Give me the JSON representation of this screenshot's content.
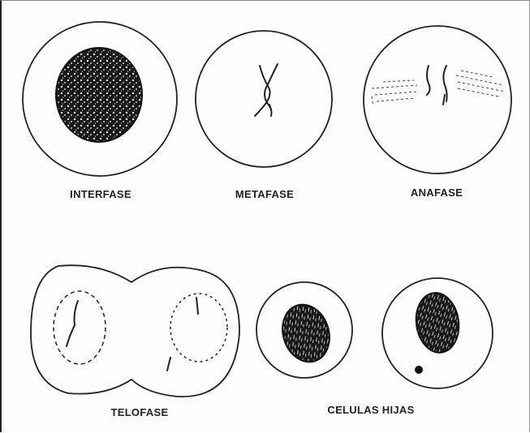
{
  "labels": {
    "interfase": "INTERFASE",
    "metafase": "METAFASE",
    "anafase": "ANAFASE",
    "telofase": "TELOFASE",
    "celulas_hijas": "CELULAS HIJAS"
  },
  "colors": {
    "stroke": "#222222",
    "background": "#fdfdfd"
  }
}
